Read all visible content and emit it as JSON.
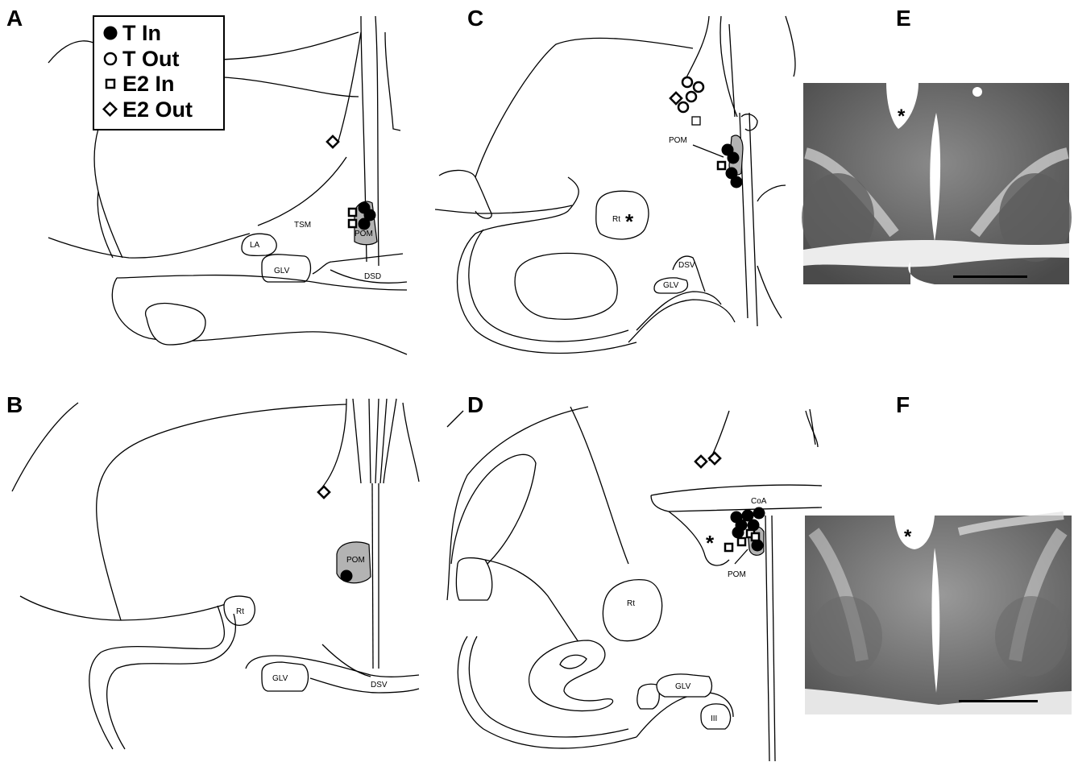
{
  "panels": {
    "A": "A",
    "B": "B",
    "C": "C",
    "D": "D",
    "E": "E",
    "F": "F"
  },
  "legend": {
    "t_in": "T In",
    "t_out": "T Out",
    "e2_in": "E2 In",
    "e2_out": "E2 Out"
  },
  "regions": {
    "a_tsm": "TSM",
    "a_pom": "POM",
    "a_la": "LA",
    "a_glv": "GLV",
    "a_dsd": "DSD",
    "b_pom": "POM",
    "b_rt": "Rt",
    "b_glv": "GLV",
    "b_dsv": "DSV",
    "c_pom": "POM",
    "c_rt": "Rt",
    "c_dsv": "DSV",
    "c_glv": "GLV",
    "d_coa": "CoA",
    "d_pom": "POM",
    "d_rt": "Rt",
    "d_glv": "GLV",
    "d_iii": "III"
  },
  "lesion_marker": "*",
  "colors": {
    "pom_fill": "#b3b3b3",
    "ink": "#000000"
  }
}
